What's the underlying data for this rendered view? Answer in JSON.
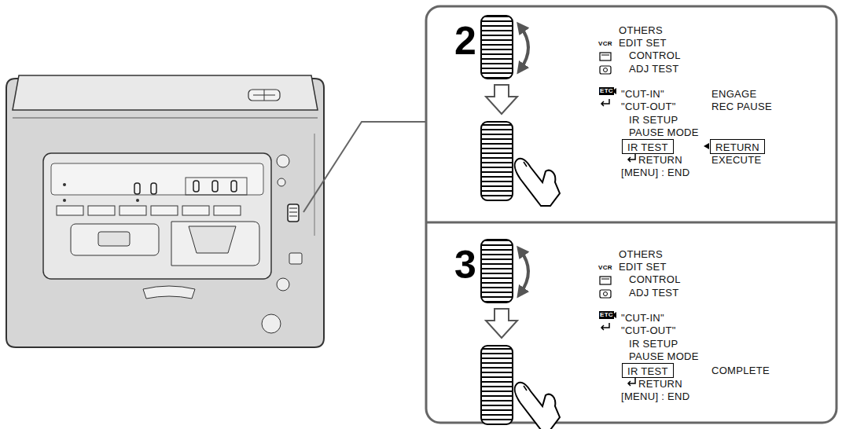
{
  "diagram": {
    "nodes": [
      {
        "text": [
          "IR TEST"
        ]
      },
      {
        "text": [
          "RETURN"
        ]
      },
      {
        "text": [
          "IR TEST"
        ]
      }
    ],
    "labels": [
      "2",
      "OTHERS",
      "VCR",
      "EDIT SET",
      "CONTROL",
      "ADJ TEST",
      "ETC",
      "\"CUT-IN\"",
      "ENGAGE",
      "\"CUT-OUT\"",
      "REC PAUSE",
      "IR SETUP",
      "PAUSE MODE",
      "RETURN",
      "EXECUTE",
      "[MENU] : END",
      "3",
      "OTHERS",
      "VCR",
      "EDIT SET",
      "CONTROL",
      "ADJ TEST",
      "ETC",
      "\"CUT-IN\"",
      "\"CUT-OUT\"",
      "IR SETUP",
      "PAUSE MODE",
      "COMPLETE",
      "RETURN",
      "[MENU] : END"
    ]
  }
}
